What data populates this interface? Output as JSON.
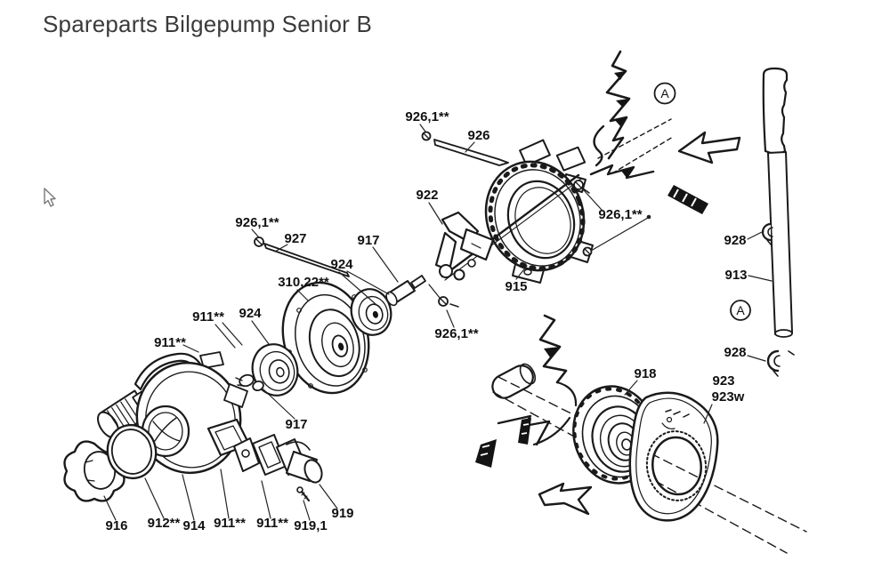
{
  "page": {
    "title": "Spareparts Bilgepump Senior B"
  },
  "colors": {
    "ink": "#1a1a1a",
    "background": "#ffffff",
    "title_text": "#3b3b3b"
  },
  "diagram": {
    "part_labels": [
      {
        "text": "926,1**"
      },
      {
        "text": "926"
      },
      {
        "text": "922"
      },
      {
        "text": "926,1**"
      },
      {
        "text": "926,1**"
      },
      {
        "text": "927"
      },
      {
        "text": "917"
      },
      {
        "text": "924"
      },
      {
        "text": "310,22**"
      },
      {
        "text": "924"
      },
      {
        "text": "911**"
      },
      {
        "text": "911**"
      },
      {
        "text": "917"
      },
      {
        "text": "926,1**"
      },
      {
        "text": "915"
      },
      {
        "text": "928"
      },
      {
        "text": "913"
      },
      {
        "text": "928"
      },
      {
        "text": "918"
      },
      {
        "text": "923"
      },
      {
        "text": "923w"
      },
      {
        "text": "916"
      },
      {
        "text": "912**"
      },
      {
        "text": "914"
      },
      {
        "text": "911**"
      },
      {
        "text": "911**"
      },
      {
        "text": "919,1"
      },
      {
        "text": "919"
      }
    ],
    "detail_markers": [
      {
        "text": "A"
      },
      {
        "text": "A"
      }
    ]
  }
}
